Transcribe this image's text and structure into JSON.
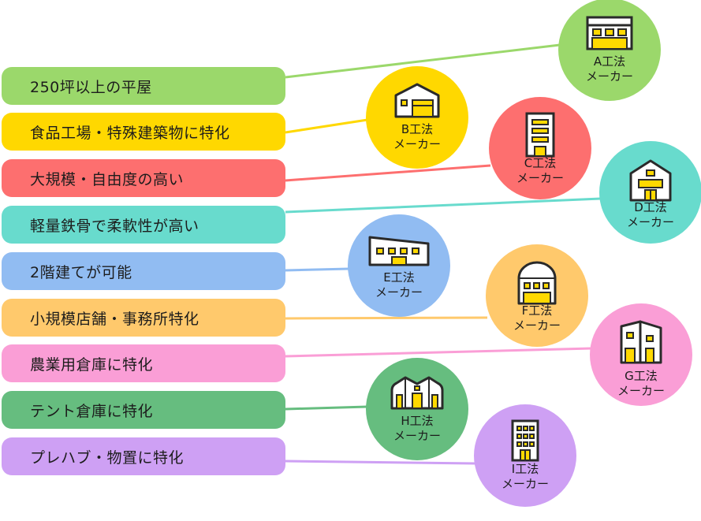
{
  "colors": {
    "green": "#9bd86b",
    "yellow": "#ffd800",
    "red": "#fd6f6f",
    "teal": "#68dbcd",
    "blue": "#91bcf2",
    "orange": "#ffc96c",
    "pink": "#fa9ed6",
    "darkgreen": "#66bd7f",
    "purple": "#cea0f4",
    "icon_fill": "#ffd900",
    "icon_stroke": "#2a2a2a"
  },
  "features": [
    {
      "label": "250坪以上の平屋",
      "maker": "A"
    },
    {
      "label": "食品工場・特殊建築物に特化",
      "maker": "B"
    },
    {
      "label": "大規模・自由度の高い",
      "maker": "C"
    },
    {
      "label": "軽量鉄骨で柔軟性が高い",
      "maker": "D"
    },
    {
      "label": "2階建てが可能",
      "maker": "E"
    },
    {
      "label": "小規模店舗・事務所特化",
      "maker": "F"
    },
    {
      "label": "農業用倉庫に特化",
      "maker": "G"
    },
    {
      "label": "テント倉庫に特化",
      "maker": "H"
    },
    {
      "label": "プレハブ・物置に特化",
      "maker": "I"
    }
  ],
  "makers": [
    {
      "letter": "A",
      "name": "A工法",
      "suffix": "メーカー",
      "icon": "flat-warehouse-icon"
    },
    {
      "letter": "B",
      "name": "B工法",
      "suffix": "メーカー",
      "icon": "gable-factory-icon"
    },
    {
      "letter": "C",
      "name": "C工法",
      "suffix": "メーカー",
      "icon": "tall-building-icon"
    },
    {
      "letter": "D",
      "name": "D工法",
      "suffix": "メーカー",
      "icon": "gable-house-icon"
    },
    {
      "letter": "E",
      "name": "E工法",
      "suffix": "メーカー",
      "icon": "sloped-roof-building-icon"
    },
    {
      "letter": "F",
      "name": "F工法",
      "suffix": "メーカー",
      "icon": "arched-shop-icon"
    },
    {
      "letter": "G",
      "name": "G工法",
      "suffix": "メーカー",
      "icon": "two-block-building-icon"
    },
    {
      "letter": "H",
      "name": "H工法",
      "suffix": "メーカー",
      "icon": "tent-warehouse-icon"
    },
    {
      "letter": "I",
      "name": "I工法",
      "suffix": "メーカー",
      "icon": "storage-shed-icon"
    }
  ]
}
